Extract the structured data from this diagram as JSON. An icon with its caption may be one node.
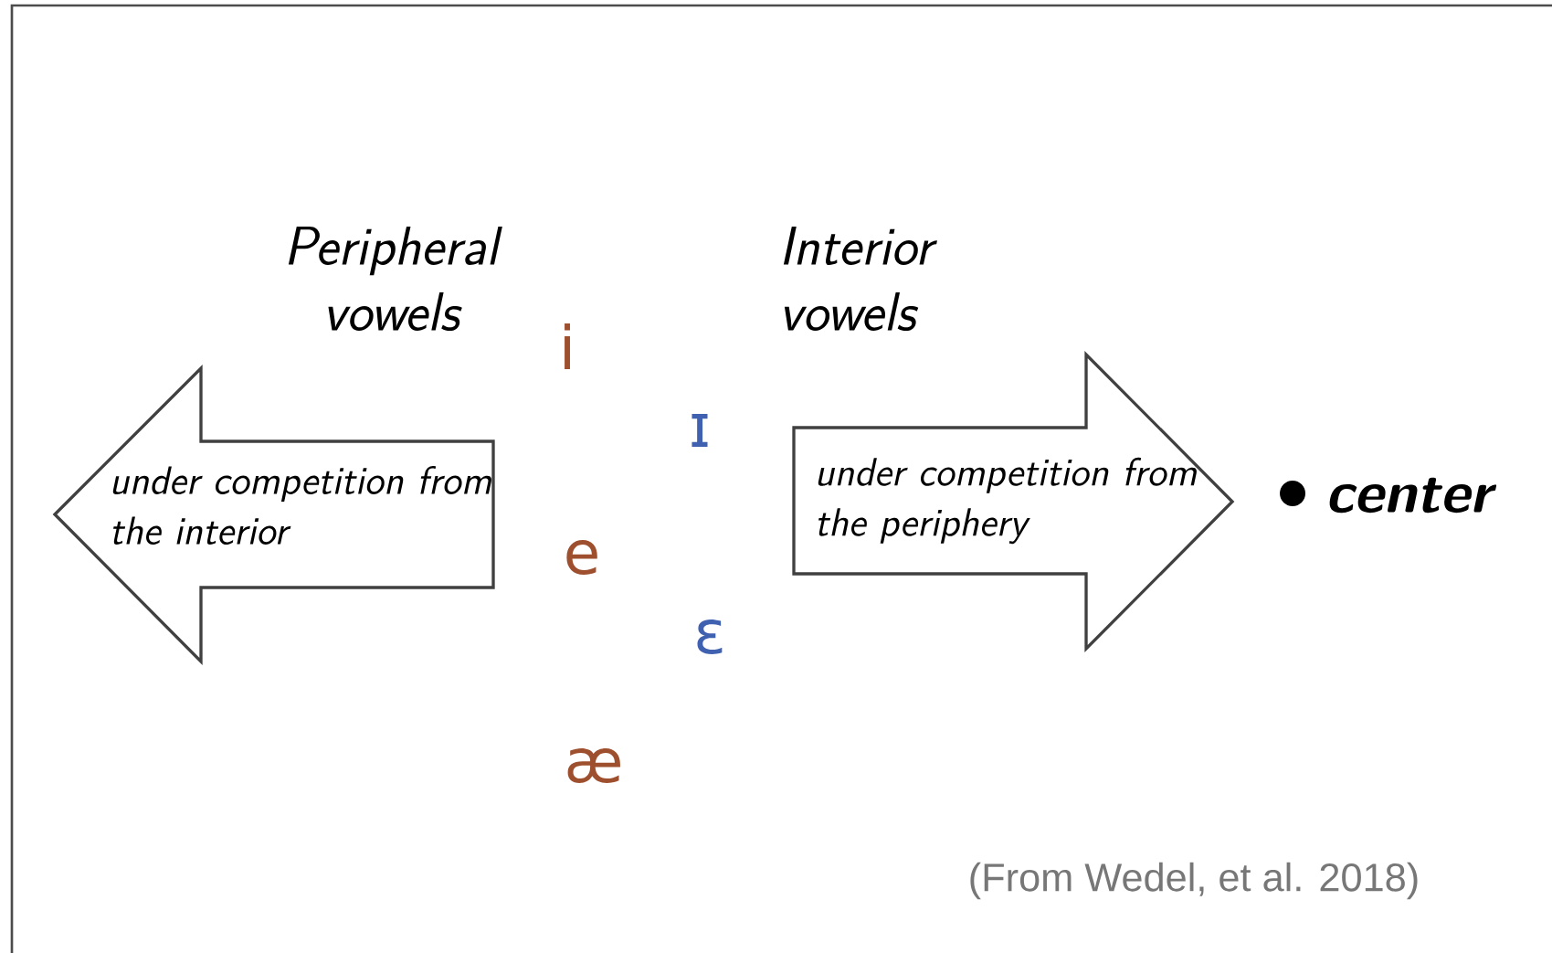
{
  "diagram": {
    "caption": "(From Wedel, et al. 2018)",
    "nodes": [
      {
        "text": [
          "under competition from the interior"
        ]
      },
      {
        "text": [
          "under competition from the periphery"
        ]
      }
    ],
    "labels": [
      "Peripheral vowels",
      "Interior vowels",
      "i",
      "ɪ",
      "e",
      "ɛ",
      "æ",
      "center"
    ]
  }
}
